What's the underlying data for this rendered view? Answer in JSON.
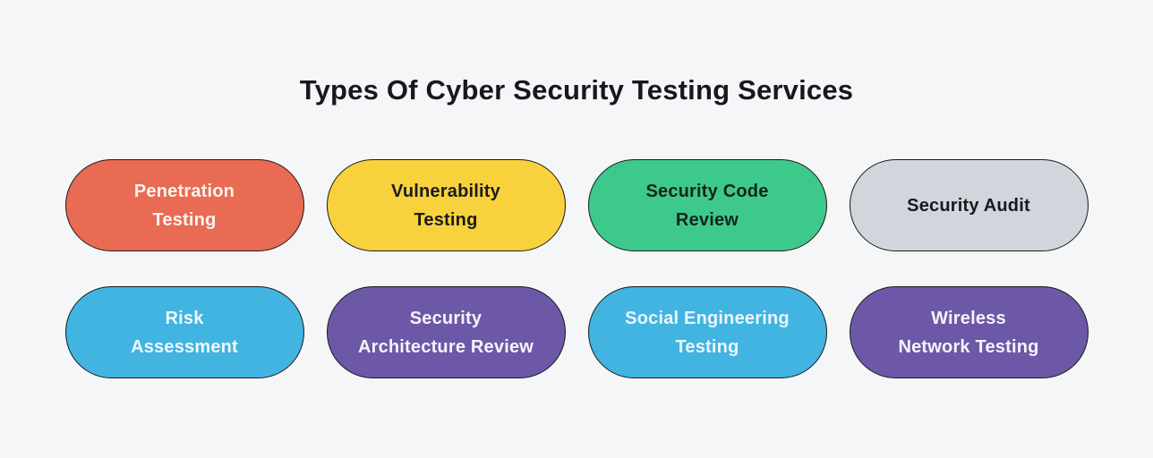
{
  "page": {
    "title": "Types Of Cyber Security Testing Services",
    "background_color": "#F5F6F8",
    "title_color": "#16181C",
    "card_border_color": "#1A1A1A"
  },
  "services": [
    {
      "id": "penetration-testing",
      "label": "Penetration\nTesting",
      "bg_color": "#E96B53",
      "text_color": "#FAF4F0"
    },
    {
      "id": "vulnerability-testing",
      "label": "Vulnerability\nTesting",
      "bg_color": "#F8D23C",
      "text_color": "#1B1B1B"
    },
    {
      "id": "security-code-review",
      "label": "Security Code\nReview",
      "bg_color": "#3EC98C",
      "text_color": "#14231C"
    },
    {
      "id": "security-audit",
      "label": "Security Audit",
      "bg_color": "#D2D6DC",
      "text_color": "#17191D"
    },
    {
      "id": "risk-assessment",
      "label": "Risk\nAssessment",
      "bg_color": "#41B4E2",
      "text_color": "#F0F8FD"
    },
    {
      "id": "security-architecture-review",
      "label": "Security\nArchitecture Review",
      "bg_color": "#6C58A7",
      "text_color": "#F6F3FA"
    },
    {
      "id": "social-engineering-testing",
      "label": "Social Engineering\nTesting",
      "bg_color": "#41B4E2",
      "text_color": "#EAF6FC"
    },
    {
      "id": "wireless-network-testing",
      "label": "Wireless\nNetwork Testing",
      "bg_color": "#6C58A7",
      "text_color": "#F6F3FA"
    }
  ]
}
